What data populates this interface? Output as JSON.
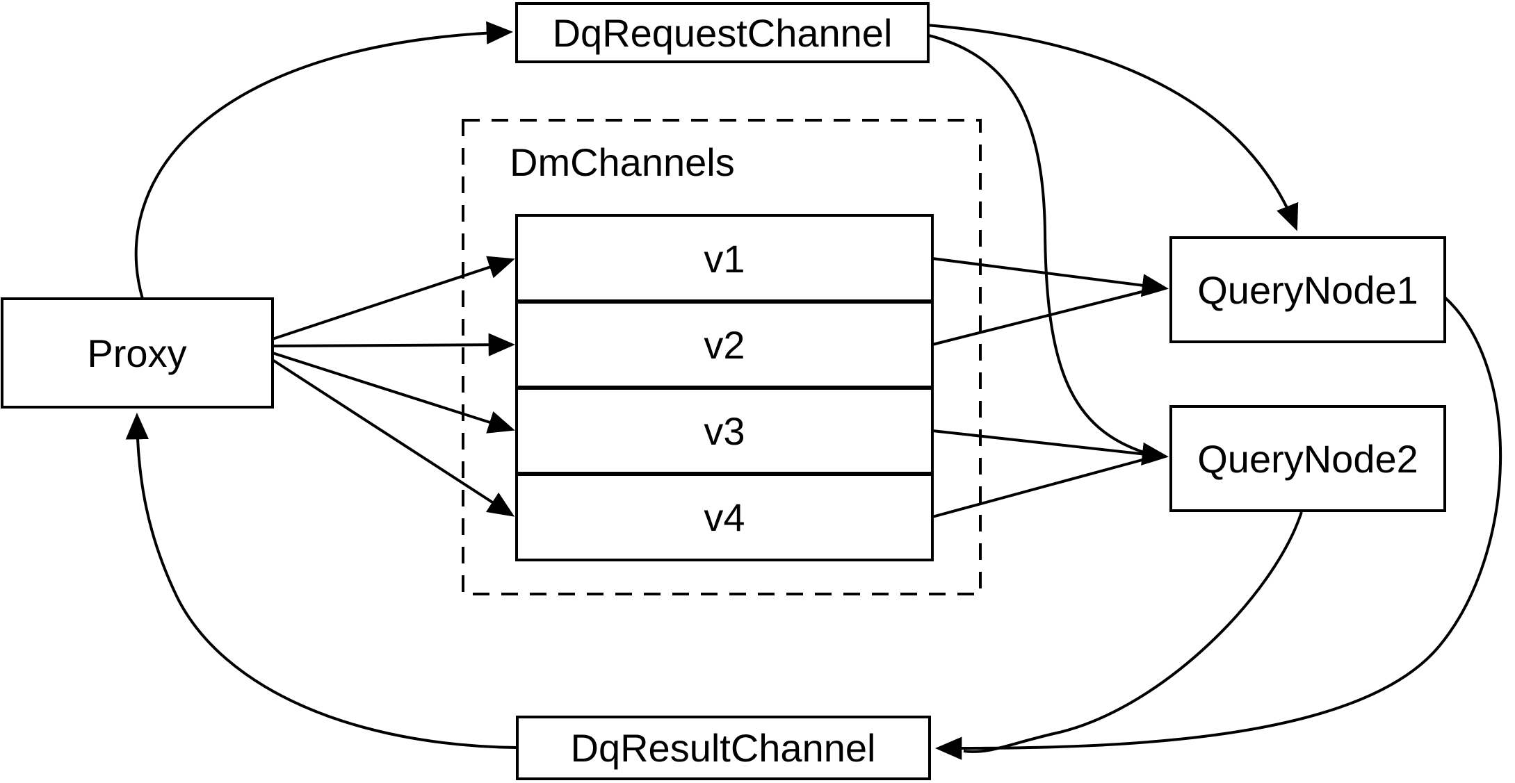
{
  "diagram": {
    "background_color": "#ffffff",
    "stroke_color": "#000000",
    "nodes": {
      "dq_request_channel": {
        "label": "DqRequestChannel"
      },
      "proxy": {
        "label": "Proxy"
      },
      "dm_channels": {
        "label": "DmChannels",
        "channels": [
          {
            "label": "v1"
          },
          {
            "label": "v2"
          },
          {
            "label": "v3"
          },
          {
            "label": "v4"
          }
        ]
      },
      "query_node_1": {
        "label": "QueryNode1"
      },
      "query_node_2": {
        "label": "QueryNode2"
      },
      "dq_result_channel": {
        "label": "DqResultChannel"
      }
    },
    "edges": [
      {
        "from": "Proxy",
        "to": "DqRequestChannel"
      },
      {
        "from": "Proxy",
        "to": "DmChannels.v1"
      },
      {
        "from": "Proxy",
        "to": "DmChannels.v2"
      },
      {
        "from": "Proxy",
        "to": "DmChannels.v3"
      },
      {
        "from": "Proxy",
        "to": "DmChannels.v4"
      },
      {
        "from": "DmChannels.v1",
        "to": "QueryNode1"
      },
      {
        "from": "DmChannels.v2",
        "to": "QueryNode1"
      },
      {
        "from": "DmChannels.v3",
        "to": "QueryNode2"
      },
      {
        "from": "DmChannels.v4",
        "to": "QueryNode2"
      },
      {
        "from": "DqRequestChannel",
        "to": "QueryNode1"
      },
      {
        "from": "DqRequestChannel",
        "to": "QueryNode2"
      },
      {
        "from": "QueryNode1",
        "to": "DqResultChannel"
      },
      {
        "from": "QueryNode2",
        "to": "DqResultChannel"
      },
      {
        "from": "DqResultChannel",
        "to": "Proxy"
      }
    ]
  }
}
